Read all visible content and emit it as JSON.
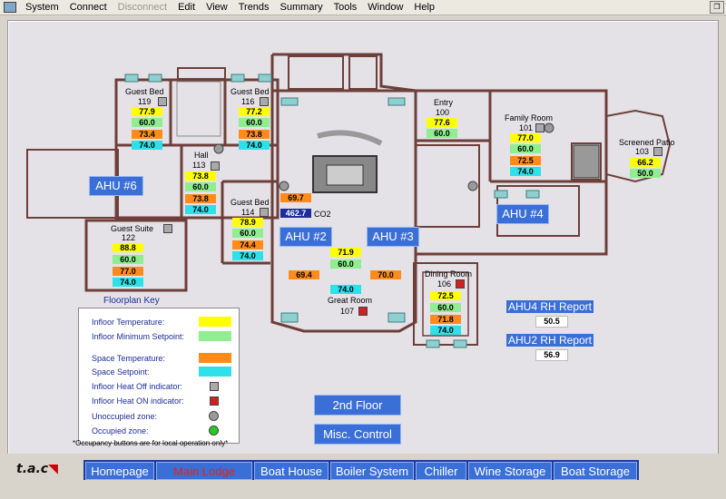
{
  "menu": {
    "items": [
      {
        "label": "System",
        "disabled": false
      },
      {
        "label": "Connect",
        "disabled": false
      },
      {
        "label": "Disconnect",
        "disabled": true
      },
      {
        "label": "Edit",
        "disabled": false
      },
      {
        "label": "View",
        "disabled": false
      },
      {
        "label": "Trends",
        "disabled": false
      },
      {
        "label": "Summary",
        "disabled": false
      },
      {
        "label": "Tools",
        "disabled": false
      },
      {
        "label": "Window",
        "disabled": false
      },
      {
        "label": "Help",
        "disabled": false
      }
    ]
  },
  "rooms": {
    "guest_bed_119": {
      "name": "Guest Bed",
      "number": "119",
      "infloor_temp": "77.9",
      "infloor_min": "60.0",
      "space_temp": "73.4",
      "space_setpoint": "74.0"
    },
    "guest_bed_116": {
      "name": "Guest Bed",
      "number": "116",
      "infloor_temp": "77.2",
      "infloor_min": "60.0",
      "space_temp": "73.8",
      "space_setpoint": "74.0"
    },
    "hall_113": {
      "name": "Hall",
      "number": "113",
      "infloor_temp": "73.8",
      "infloor_min": "60.0",
      "space_temp": "73.8",
      "space_setpoint": "74.0"
    },
    "guest_bed_114": {
      "name": "Guest Bed",
      "number": "114",
      "infloor_temp": "78.9",
      "infloor_min": "60.0",
      "space_temp": "74.4",
      "space_setpoint": "74.0"
    },
    "guest_suite_122": {
      "name": "Guest Suite",
      "number": "122",
      "infloor_temp": "88.8",
      "infloor_min": "60.0",
      "space_temp": "77.0",
      "space_setpoint": "74.0"
    },
    "great_room_107": {
      "name": "Great Room",
      "number": "107",
      "infloor_temp": "71.9",
      "infloor_min": "60.0",
      "space_temp_left": "69.4",
      "space_temp_right": "70.0",
      "space_setpoint": "74.0",
      "space_temp_top": "69.7",
      "co2_value": "462.7",
      "co2_label": "CO2"
    },
    "entry_100": {
      "name": "Entry",
      "number": "100",
      "infloor_temp": "77.6",
      "infloor_min": "60.0"
    },
    "family_room_101": {
      "name": "Family Room",
      "number": "101",
      "infloor_temp": "77.0",
      "infloor_min": "60.0",
      "space_temp": "72.5",
      "space_setpoint": "74.0"
    },
    "screened_patio_103": {
      "name": "Screened Patio",
      "number": "103",
      "infloor_temp": "66.2",
      "infloor_min": "50.0"
    },
    "dining_room_106": {
      "name": "Dining Room",
      "number": "106",
      "infloor_temp": "72.5",
      "infloor_min": "60.0",
      "space_temp": "71.8",
      "space_setpoint": "74.0"
    }
  },
  "ahu": {
    "ahu6": "AHU #6",
    "ahu2": "AHU #2",
    "ahu3": "AHU #3",
    "ahu4": "AHU #4"
  },
  "reports": {
    "ahu4_label": "AHU4 RH Report",
    "ahu4_value": "50.5",
    "ahu2_label": "AHU2 RH Report",
    "ahu2_value": "56.9"
  },
  "key": {
    "title": "Floorplan Key",
    "infloor_temp": "Infloor Temperature:",
    "infloor_min": "Infloor Minimum Setpoint:",
    "space_temp": "Space Temperature:",
    "space_setpoint": "Space Setpoint:",
    "heat_off": "Infloor Heat Off indicator:",
    "heat_on": "Infloor Heat ON indicator:",
    "unoccupied": "Unoccupied zone:",
    "occupied": "Occupied zone:",
    "note": "*Occupancy buttons are for local operation only*",
    "colors": {
      "infloor_temp": "#ffff00",
      "infloor_min": "#90ee90",
      "space_temp": "#ff8c1a",
      "space_setpoint": "#2ee0ea"
    }
  },
  "buttons": {
    "second_floor": "2nd Floor",
    "misc_control": "Misc. Control"
  },
  "brand": {
    "logo_text": "t.a.c"
  },
  "nav": {
    "items": [
      "Homepage",
      "Main Lodge",
      "Boat House",
      "Boiler System",
      "Chiller",
      "Wine Storage",
      "Boat Storage"
    ],
    "active": "Main Lodge"
  }
}
